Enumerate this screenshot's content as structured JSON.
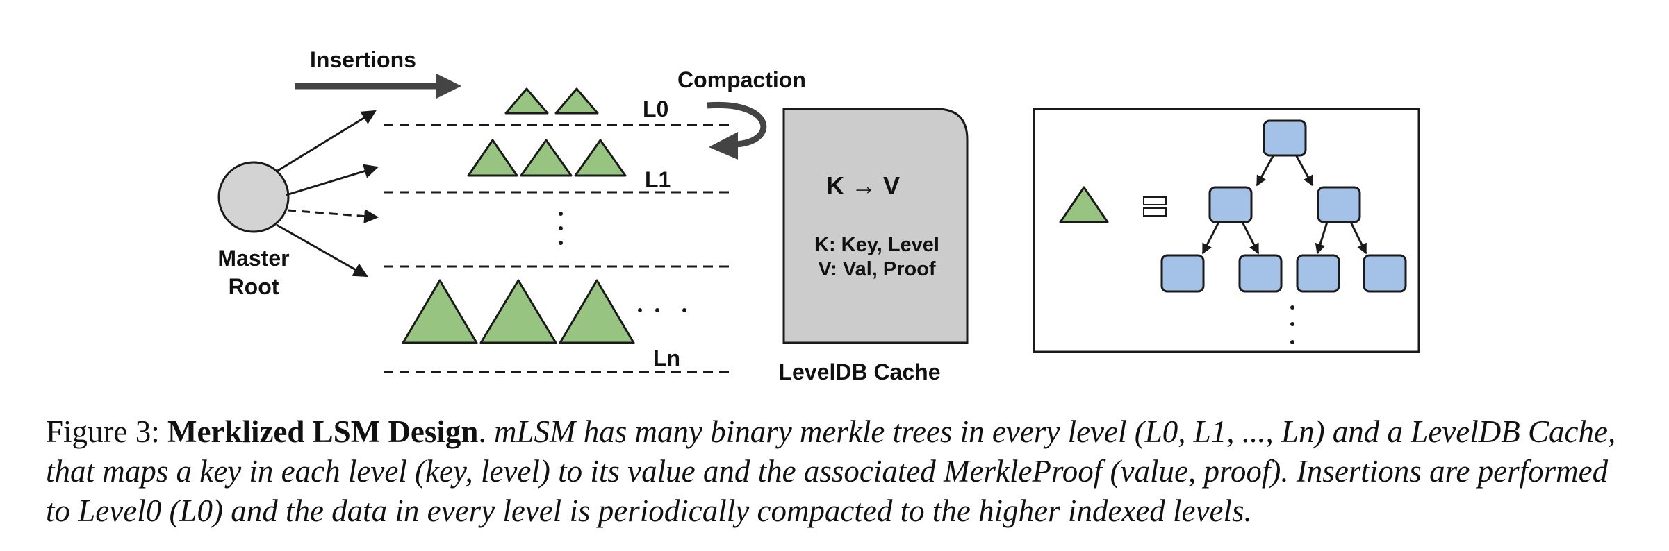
{
  "diagram": {
    "insertions_label": "Insertions",
    "compaction_label": "Compaction",
    "master_root_line1": "Master",
    "master_root_line2": "Root",
    "level_labels": {
      "l0": "L0",
      "l1": "L1",
      "ln": "Ln"
    },
    "cache": {
      "mapping": "K → V",
      "key_line": "K: Key, Level",
      "value_line": "V: Val, Proof",
      "title": "LevelDB Cache"
    },
    "legend_equals": "="
  },
  "colors": {
    "tree_fill": "#97c480",
    "node_fill": "#a4c2e8",
    "root_fill": "#d3d3d3",
    "cache_fill": "#cccccc",
    "stroke": "#1a1a1a"
  },
  "caption": {
    "figure_number": "Figure 3:",
    "title": "Merklized LSM Design",
    "title_end": ".",
    "body": "mLSM has many binary merkle trees in every level (L0, L1, ..., Ln) and a LevelDB Cache, that maps a key in each level (key, level) to its value and the associated MerkleProof (value, proof). Insertions are performed to Level0 (L0) and the data in every level is periodically compacted to the higher indexed levels."
  }
}
